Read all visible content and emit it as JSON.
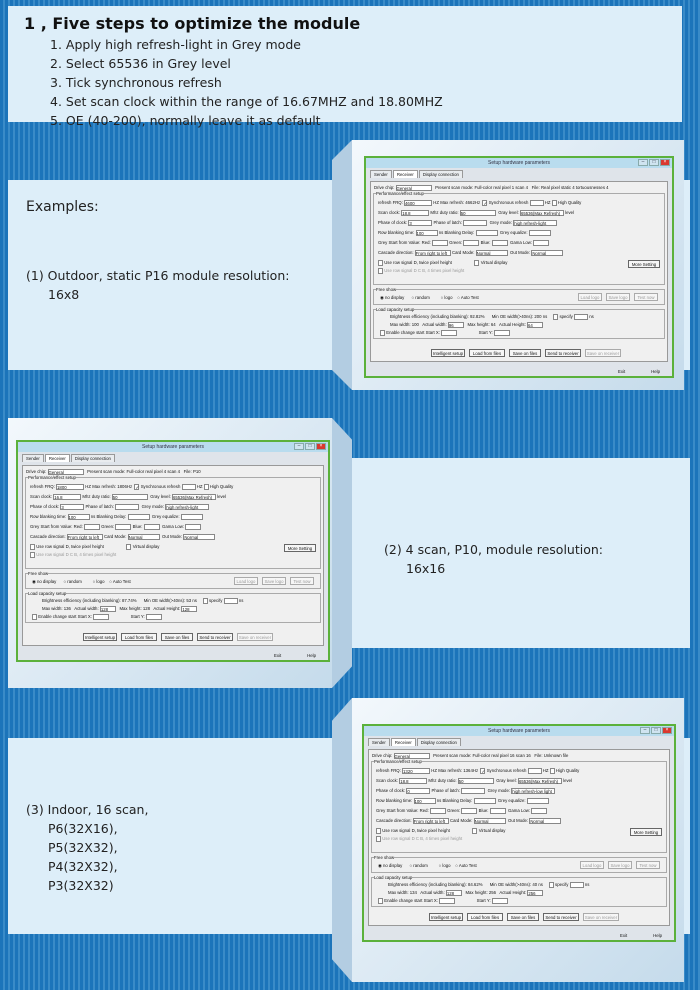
{
  "heading": "1 , Five steps to optimize the module",
  "steps": [
    "1. Apply high refresh-light in Grey mode",
    "2. Select 65536 in Grey level",
    "3. Tick synchronous refresh",
    "4. Set scan clock within the range of 16.67MHZ and 18.80MHZ",
    "5. OE (40-200), normally leave it as default"
  ],
  "examples_label": "Examples:",
  "ex1": {
    "line1": "(1) Outdoor, static P16 module resolution:",
    "line2": "16x8"
  },
  "ex2": {
    "line1": "(2) 4 scan, P10, module resolution:",
    "line2": "16x16"
  },
  "ex3": {
    "line1": "(3) Indoor, 16 scan,",
    "lines": [
      "P6(32X16),",
      "P5(32X32),",
      "P4(32X32),",
      "P3(32X32)"
    ]
  },
  "win": {
    "title": "Setup hardware parameters",
    "tab_sender": "Sender",
    "tab_receiver": "Receiver",
    "tab_display": "Display connection",
    "drive_chip": "Drive chip:",
    "general": "General",
    "present_scan": "Present scan mode:",
    "file_label": "File:",
    "perf": "Performance/effect setup",
    "refresh_frq": "refresh FRQ:",
    "hz": "HZ",
    "max_refresh": "Max refresh:",
    "sync": "Synchronous refresh",
    "high_quality": "High Quality",
    "scan_clock": "Scan clock:",
    "mhz": "Mhz",
    "duty": "duty ratio:",
    "gray_level": "Gray level:",
    "level": "level",
    "phase_clock": "Phase of clock:",
    "phase_latch": "Phase of latch:",
    "grey_mode": "Grey mode:",
    "row_blank": "Row blanking time:",
    "ns": "ns",
    "blank_delay": "Blanking Delay:",
    "grey_eq": "Grey equalize:",
    "grey_start": "Grey Start from Value: Red:",
    "green": "Green:",
    "blue": "Blue:",
    "gama": "Gama Low:",
    "cascade": "Cascade direction:",
    "cascade_val": "From right to left",
    "card_mode": "Card Mode:",
    "normal": "Normal",
    "out_mode": "Out Mode:",
    "virtual": "Virtual display",
    "more": "More  Setting",
    "use_row": "Use row signal D, twice pixel height",
    "use_row2": "Use row signal D C B, 4 times pixel height",
    "free_show": "Free show",
    "no_display": "no display",
    "random": "random",
    "logo": "logo",
    "auto_test": "Auto Test",
    "load_logo": "Load logo",
    "save_logo": "Save logo",
    "test_now": "Test now",
    "load_cap": "Load capacity setup",
    "bright": "Brightness efficiency (including blanking):",
    "min_oe": "Min OE width(>40ns):",
    "specify": "specify",
    "max_width": "Max width:",
    "actual_width": "Actual width:",
    "max_height": "Max height:",
    "actual_height": "Actual Height:",
    "enable_change": "Enable change start",
    "start_x": "Start X:",
    "start_y": "Start Y:",
    "intelligent": "Intelligent setup",
    "load_files": "Load from files",
    "save_files": "Save on files",
    "send_recv": "Send to receiver",
    "save_recv": "Save on receiver",
    "exit": "Exit",
    "help": "Help"
  },
  "w1": {
    "scan_mode": "Full-color real pixel 1 scan 4",
    "file": "Real pixel static 4 tortuousnesses 4",
    "refresh": "4600",
    "max": "4662Hz",
    "clock": "18.8",
    "duty": "50",
    "phase": "3",
    "gray": "65536(Max Refresh)",
    "gmode": "high refresh-light",
    "blank": "100",
    "bright": "92.82%",
    "oe": "200 ns",
    "maxw": "100",
    "aw": "96",
    "maxh": "64",
    "ah": "64"
  },
  "w2": {
    "scan_mode": "Full-color real pixel 4 scan 4",
    "file": "P10",
    "refresh": "1800",
    "max": "1806Hz",
    "clock": "16.8",
    "duty": "50",
    "phase": "3",
    "gray": "65536(Max Refresh)",
    "gmode": "high refresh-light",
    "blank": "100",
    "bright": "87.74%",
    "oe": "53 ns",
    "maxw": "136",
    "aw": "128",
    "maxh": "128",
    "ah": "128"
  },
  "w3": {
    "scan_mode": "Full-color real pixel 16 scan 16",
    "file": "Unknown file",
    "refresh": "1320",
    "max": "1364Hz",
    "clock": "18.8",
    "duty": "50",
    "phase": "0",
    "gray": "65536(Max Refresh)",
    "gmode": "high refresh-low light",
    "blank": "100",
    "bright": "84.62%",
    "oe": "40 ns",
    "maxw": "134",
    "aw": "128",
    "maxh": "256",
    "ah": "256"
  }
}
